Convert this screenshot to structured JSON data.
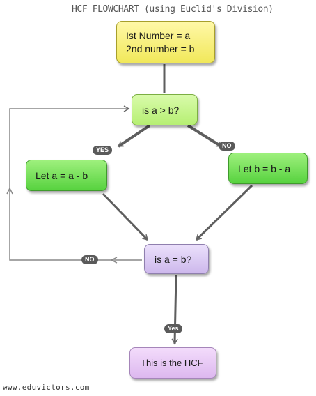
{
  "title": "HCF FLOWCHART (using Euclid's Division)",
  "nodes": {
    "start": {
      "line1": "Ist Number = a",
      "line2": "2nd number = b"
    },
    "decision_gt": "is a > b?",
    "process_a": "Let a = a - b",
    "process_b": "Let b = b - a",
    "decision_eq": "is a = b?",
    "end": "This is the HCF"
  },
  "labels": {
    "yes_gt": "YES",
    "no_gt": "NO",
    "no_eq": "NO",
    "yes_eq": "Yes"
  },
  "footer": "www.eduvictors.com"
}
